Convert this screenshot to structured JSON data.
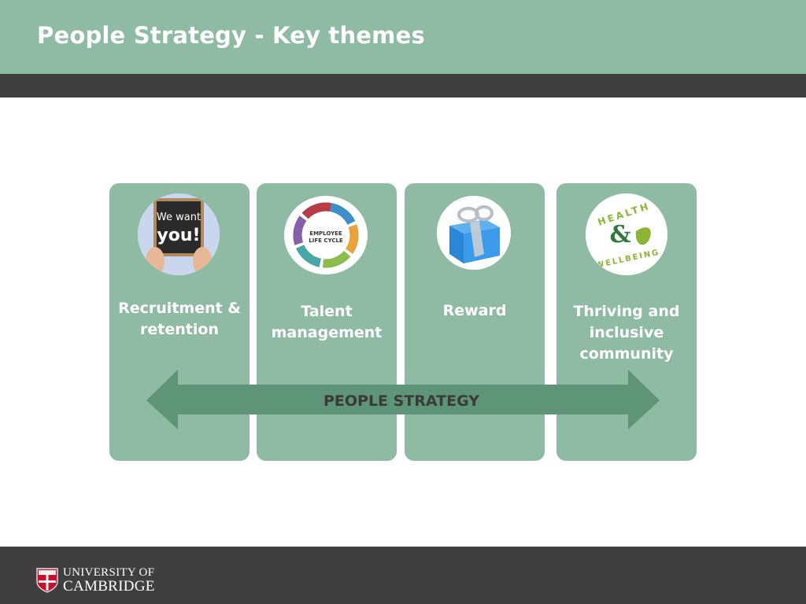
{
  "header": {
    "title": "People Strategy - Key themes"
  },
  "themes": [
    {
      "label": "Recruitment & retention",
      "icon": "we-want-you-sign-icon",
      "sign_line1": "We want",
      "sign_line2": "you!"
    },
    {
      "label": "Talent management",
      "icon": "employee-life-cycle-icon",
      "cycle_line1": "EMPLOYEE",
      "cycle_line2": "LIFE CYCLE"
    },
    {
      "label": "Reward",
      "icon": "gift-box-icon"
    },
    {
      "label": "Thriving and inclusive community",
      "icon": "health-wellbeing-icon",
      "logo_top": "HEALTH",
      "logo_mid": "&",
      "logo_bottom": "WELLBEING"
    }
  ],
  "banner": {
    "label": "PEOPLE STRATEGY"
  },
  "footer": {
    "logo_line1": "UNIVERSITY OF",
    "logo_line2": "CAMBRIDGE"
  },
  "colors": {
    "card_green": "#8fbaa4",
    "arrow_green": "#5e9478",
    "dark_band": "#3f3f3f"
  }
}
